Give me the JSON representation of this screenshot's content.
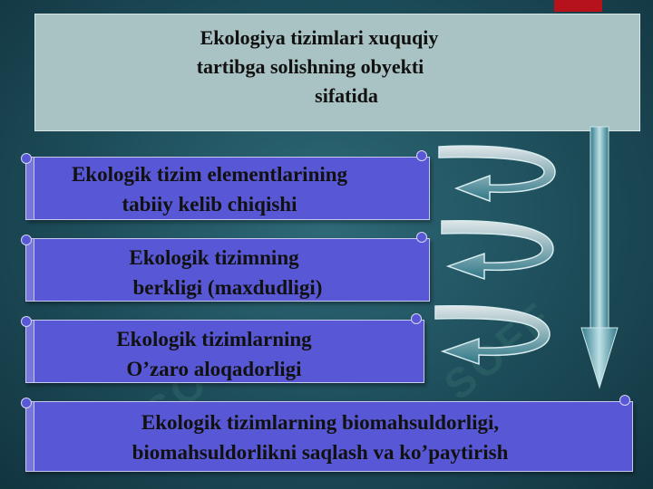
{
  "slide": {
    "title_lines": [
      "Ekologiya tizimlari xuquqiy",
      "tartibga solishning obyekti",
      "sifatida"
    ],
    "items": [
      {
        "lines": [
          "Ekologik tizim elementlarining",
          "tabiiy kelib chiqishi"
        ]
      },
      {
        "lines": [
          "Ekologik tizimning",
          "berkligi (maxdudligi)"
        ]
      },
      {
        "lines": [
          "Ekologik tizimlarning",
          "O’zaro aloqadorligi"
        ]
      },
      {
        "lines": [
          "Ekologik tizimlarning biomahsuldorligi,",
          "biomahsuldorlikni saqlash va ko’paytirish"
        ]
      }
    ],
    "watermark": "SOFF"
  },
  "colors": {
    "background": "#1d4c59",
    "title_box": "#a9c2c3",
    "scroll_fill": "#5858d6",
    "arrow_fill": "#2f7a8a",
    "corner_accent": "#b5121b"
  },
  "icons": [
    "curved-return-arrow-icon",
    "down-arrow-icon"
  ]
}
